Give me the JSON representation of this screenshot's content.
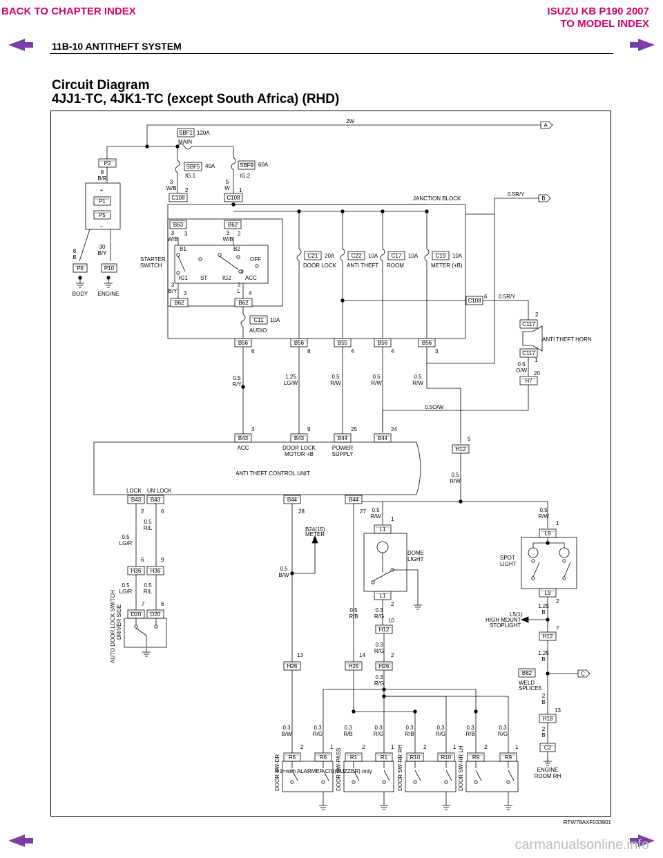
{
  "nav": {
    "back_chapter": "BACK TO CHAPTER INDEX",
    "model_line1": "ISUZU KB P190 2007",
    "model_line2": "TO MODEL INDEX",
    "watermark": "carmanualsonline.info"
  },
  "header": {
    "section": "11B-10 ANTITHEFT SYSTEM",
    "title_line1": "Circuit Diagram",
    "title_line2": "4JJ1-TC, 4JK1-TC (except South Africa) (RHD)"
  },
  "diagram": {
    "ref_code": "RTW78AXF033901",
    "footnote": "※1=with ALARMER C/U(BUZZER) only",
    "main_bus_wire": "2W",
    "connectors": {
      "P2": "P2",
      "P1": "P1",
      "P5": "P5",
      "P6": "P6",
      "P10": "P10",
      "SBF1": "SBF1",
      "SBF5": "SBF5",
      "SBF9": "SBF9",
      "C108": "C108",
      "B63": "B63",
      "B62": "B62",
      "C21": "C21",
      "C22": "C22",
      "C17": "C17",
      "C19": "C19",
      "C11": "C11",
      "B56": "B56",
      "B55": "B55",
      "C117": "C117",
      "H7": "H7",
      "B43": "B43",
      "B44": "B44",
      "H12": "H12",
      "H36": "H36",
      "D20": "D20",
      "L1": "L1",
      "L9": "L9",
      "H26": "H26",
      "B82": "B82",
      "H18": "H18",
      "C2": "C2",
      "R6": "R6",
      "R1": "R1",
      "R10": "R10",
      "R9": "R9"
    },
    "labels": {
      "main": "MAIN",
      "amp120": "120A",
      "ig1": "IG.1",
      "ig2": "IG.2",
      "amp40": "40A",
      "amp60": "60A",
      "body": "BODY",
      "engine": "ENGINE",
      "starter_switch": "STARTER SWITCH",
      "b1": "B1",
      "b2": "B2",
      "off": "OFF",
      "ig1_pos": "IG1",
      "st": "ST",
      "ig2_pos": "IG2",
      "acc": "ACC",
      "junction_block": "JANCTION BLOCK",
      "door_lock": "DOOR LOCK",
      "anti_theft": "ANTI THEFT",
      "room": "ROOM",
      "meter": "METER (+B)",
      "audio": "AUDIO",
      "amp20": "20A",
      "amp10": "10A",
      "anti_theft_horn": "ANTI THEFT HORN",
      "acc_pin": "ACC",
      "door_lock_motor_1": "DOOR LOCK",
      "door_lock_motor_2": "MOTOR +B",
      "power_supply_1": "POWER",
      "power_supply_2": "SUPPLY",
      "control_unit": "ANTI THEFT CONTROL UNIT",
      "lock": "LOCK",
      "unlock": "UN LOCK",
      "meter_ref_1": "B24(15)",
      "meter_ref_2": "METER",
      "dome_light_1": "DOME",
      "dome_light_2": "LIGHT",
      "spot_light_1": "SPOT",
      "spot_light_2": "LIGHT",
      "stoplight_1": "L5(1)",
      "stoplight_2": "HIGH MOUNT",
      "stoplight_3": "STOPLIGHT",
      "weld_splice_1": "WELD",
      "weld_splice_2": "SPLICE6",
      "engine_room_1": "ENGINE",
      "engine_room_2": "ROOM RH",
      "auto_door_1": "AUTO DOOR LOCK SWITCH",
      "auto_door_2": "DRIVER SIDE",
      "door_sw_dr": "DOOR SW-DR",
      "door_sw_pass": "DOOR SW-PASS",
      "door_sw_rr_rh": "DOOR SW-RR RH",
      "door_sw_rr_lh": "DOOR SW-RR LH",
      "ref_a": "A",
      "ref_b": "B",
      "ref_c": "C"
    }
  }
}
